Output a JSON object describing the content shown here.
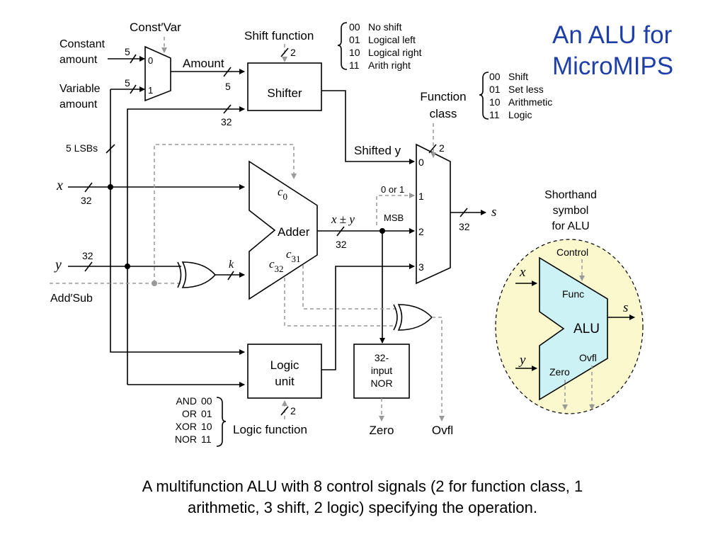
{
  "slide": {
    "title_line1": "An ALU for",
    "title_line2": "MicroMIPS",
    "caption_line1": "A multifunction ALU with 8 control signals (2 for function class, 1",
    "caption_line2": "arithmetic, 3 shift, 2 logic) specifying the operation."
  },
  "labels": {
    "const_var": "Const′Var",
    "constant": "Constant",
    "amount_word": "amount",
    "variable": "Variable",
    "amount_out": "Amount",
    "shift_function": "Shift function",
    "shifter": "Shifter",
    "five_lsbs": "5 LSBs",
    "x": "x",
    "y": "y",
    "add_sub": "Add′Sub",
    "adder": "Adder",
    "c0_c": "c",
    "c0_sub": "0",
    "c31_c": "c",
    "c31_sub": "31",
    "c32_c": "c",
    "c32_sub": "32",
    "k": "k",
    "x_pm_y": "x ± y",
    "msb": "MSB",
    "zero_or_one": "0 or 1",
    "shifted_y": "Shifted y",
    "function_class_1": "Function",
    "function_class_2": "class",
    "s": "s",
    "logic_unit_1": "Logic",
    "logic_unit_2": "unit",
    "logic_function": "Logic function",
    "nor_1": "32-",
    "nor_2": "input",
    "nor_3": "NOR",
    "zero": "Zero",
    "ovfl": "Ovfl"
  },
  "bus_widths": {
    "const_in": "5",
    "var_in": "5",
    "amount": "5",
    "shifter_data": "32",
    "x": "32",
    "y": "32",
    "sum": "32",
    "s_out": "32",
    "shift_fn": "2",
    "func_class": "2",
    "logic_fn": "2"
  },
  "mux_inputs": {
    "amount_mux": [
      "0",
      "1"
    ],
    "output_mux": [
      "0",
      "1",
      "2",
      "3"
    ]
  },
  "shift_codes": [
    {
      "code": "00",
      "name": "No shift"
    },
    {
      "code": "01",
      "name": "Logical left"
    },
    {
      "code": "10",
      "name": "Logical right"
    },
    {
      "code": "11",
      "name": "Arith right"
    }
  ],
  "class_codes": [
    {
      "code": "00",
      "name": "Shift"
    },
    {
      "code": "01",
      "name": "Set less"
    },
    {
      "code": "10",
      "name": "Arithmetic"
    },
    {
      "code": "11",
      "name": "Logic"
    }
  ],
  "logic_codes": [
    {
      "name": "AND",
      "code": "00"
    },
    {
      "name": "OR",
      "code": "01"
    },
    {
      "name": "XOR",
      "code": "10"
    },
    {
      "name": "NOR",
      "code": "11"
    }
  ],
  "shorthand": {
    "heading_1": "Shorthand",
    "heading_2": "symbol",
    "heading_3": "for ALU",
    "control": "Control",
    "x": "x",
    "y": "y",
    "func": "Func",
    "alu": "ALU",
    "s": "s",
    "ovfl": "Ovfl",
    "zero": "Zero"
  },
  "colors": {
    "title": "#1f3fa8",
    "ellipse_fill": "#fbf8cd",
    "alu_fill": "#cdf2f6",
    "control_dash": "#999999"
  }
}
